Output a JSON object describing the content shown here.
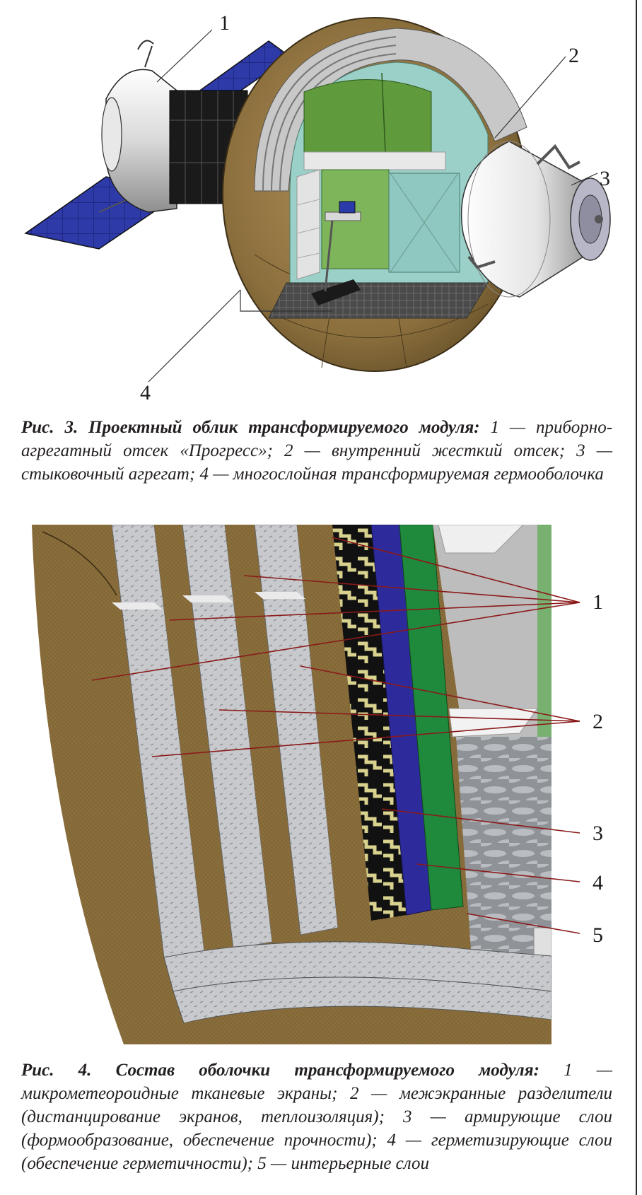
{
  "figure3": {
    "callouts": [
      "1",
      "2",
      "3",
      "4"
    ],
    "caption_title": "Рис. 3. Проектный облик трансформируемого модуля:",
    "caption_text": "1 — приборно-агрегатный отсек «Прогресс»; 2 — внутренний жесткий отсек; 3 — стыковочный агрегат; 4 — многослойная трансформируемая гермооболочка"
  },
  "figure4": {
    "callouts": [
      "1",
      "2",
      "3",
      "4",
      "5"
    ],
    "caption_title": "Рис. 4. Состав оболочки трансформируемого модуля:",
    "caption_text": "1 — микрометеороидные тканевые экраны; 2 — межэкранные разделители (дистанцирование экранов, теплоизоляция); 3 — армирующие слои (формообразование, обеспечение прочности); 4 — герметизирующие слои (обеспечение герметичности); 5 — интерьерные слои"
  },
  "colors": {
    "shell_fabric": "#8a6e3c",
    "solar_panel": "#2e3aa8",
    "interior_green": "#5f9a3c",
    "sealing_layer": "#2d2b9c",
    "interior_layer": "#1f8a3c",
    "leader_line": "#8b1a1a"
  }
}
